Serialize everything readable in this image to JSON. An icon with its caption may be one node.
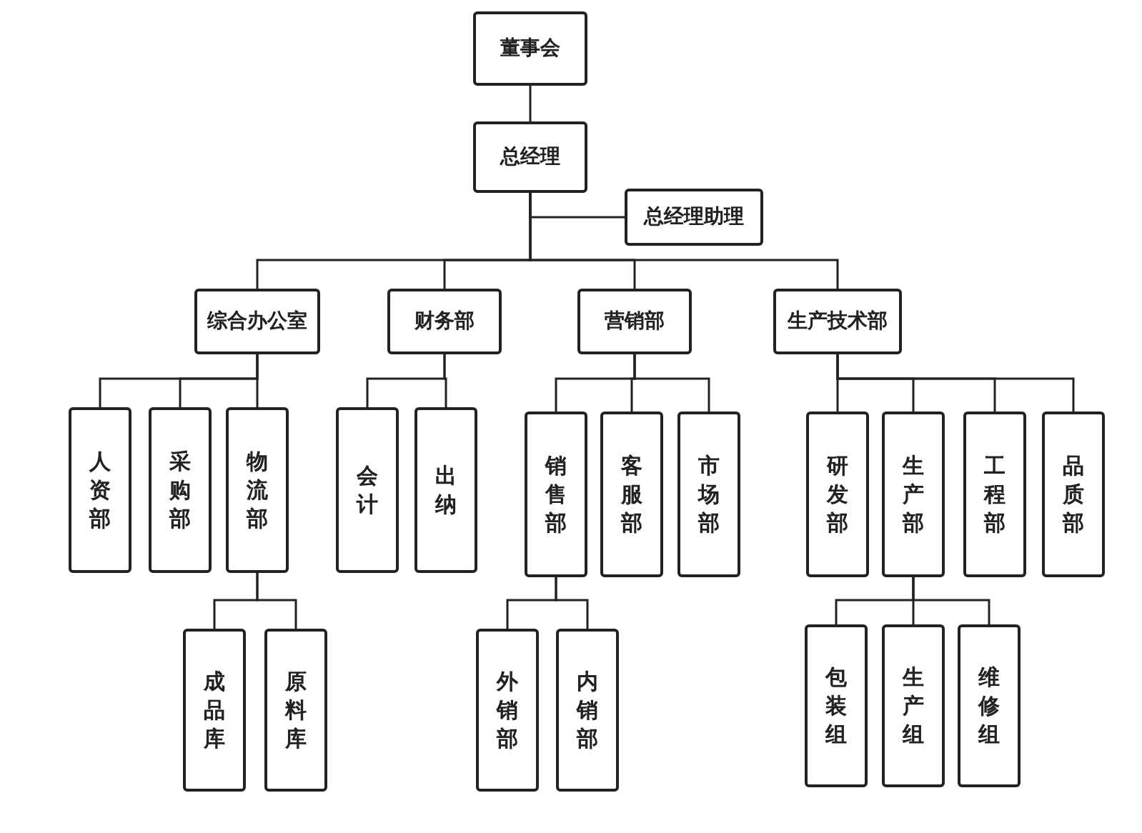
{
  "diagram": {
    "nodes": [
      {
        "text": [
          "董事会"
        ]
      },
      {
        "text": [
          "总经理"
        ]
      },
      {
        "text": [
          "总经理助理"
        ]
      },
      {
        "text": [
          "综合办公室"
        ]
      },
      {
        "text": [
          "财务部"
        ]
      },
      {
        "text": [
          "营销部"
        ]
      },
      {
        "text": [
          "生产技术部"
        ]
      },
      {
        "text": [
          "人资部"
        ]
      },
      {
        "text": [
          "采购部"
        ]
      },
      {
        "text": [
          "物流部"
        ]
      },
      {
        "text": [
          "会计"
        ]
      },
      {
        "text": [
          "出纳"
        ]
      },
      {
        "text": [
          "销售部"
        ]
      },
      {
        "text": [
          "客服部"
        ]
      },
      {
        "text": [
          "市场部"
        ]
      },
      {
        "text": [
          "研发部"
        ]
      },
      {
        "text": [
          "生产部"
        ]
      },
      {
        "text": [
          "工程部"
        ]
      },
      {
        "text": [
          "品质部"
        ]
      },
      {
        "text": [
          "成品库"
        ]
      },
      {
        "text": [
          "原料库"
        ]
      },
      {
        "text": [
          "外销部"
        ]
      },
      {
        "text": [
          "内销部"
        ]
      },
      {
        "text": [
          "包装组"
        ]
      },
      {
        "text": [
          "生产组"
        ]
      },
      {
        "text": [
          "维修组"
        ]
      }
    ],
    "edges": [
      {
        "from": 0,
        "to": 1,
        "arrow": "none"
      },
      {
        "from": 1,
        "to": 2,
        "arrow": "none"
      },
      {
        "from": 1,
        "to": 3,
        "arrow": "none"
      },
      {
        "from": 1,
        "to": 4,
        "arrow": "none"
      },
      {
        "from": 1,
        "to": 5,
        "arrow": "none"
      },
      {
        "from": 1,
        "to": 6,
        "arrow": "none"
      },
      {
        "from": 3,
        "to": 7,
        "arrow": "none"
      },
      {
        "from": 3,
        "to": 8,
        "arrow": "none"
      },
      {
        "from": 3,
        "to": 9,
        "arrow": "none"
      },
      {
        "from": 4,
        "to": 10,
        "arrow": "none"
      },
      {
        "from": 4,
        "to": 11,
        "arrow": "none"
      },
      {
        "from": 5,
        "to": 12,
        "arrow": "none"
      },
      {
        "from": 5,
        "to": 13,
        "arrow": "none"
      },
      {
        "from": 5,
        "to": 14,
        "arrow": "none"
      },
      {
        "from": 6,
        "to": 15,
        "arrow": "none"
      },
      {
        "from": 6,
        "to": 16,
        "arrow": "none"
      },
      {
        "from": 6,
        "to": 17,
        "arrow": "none"
      },
      {
        "from": 6,
        "to": 18,
        "arrow": "none"
      },
      {
        "from": 9,
        "to": 19,
        "arrow": "none"
      },
      {
        "from": 9,
        "to": 20,
        "arrow": "none"
      },
      {
        "from": 12,
        "to": 21,
        "arrow": "none"
      },
      {
        "from": 12,
        "to": 22,
        "arrow": "none"
      },
      {
        "from": 16,
        "to": 23,
        "arrow": "none"
      },
      {
        "from": 16,
        "to": 24,
        "arrow": "none"
      },
      {
        "from": 16,
        "to": 25,
        "arrow": "none"
      }
    ]
  }
}
